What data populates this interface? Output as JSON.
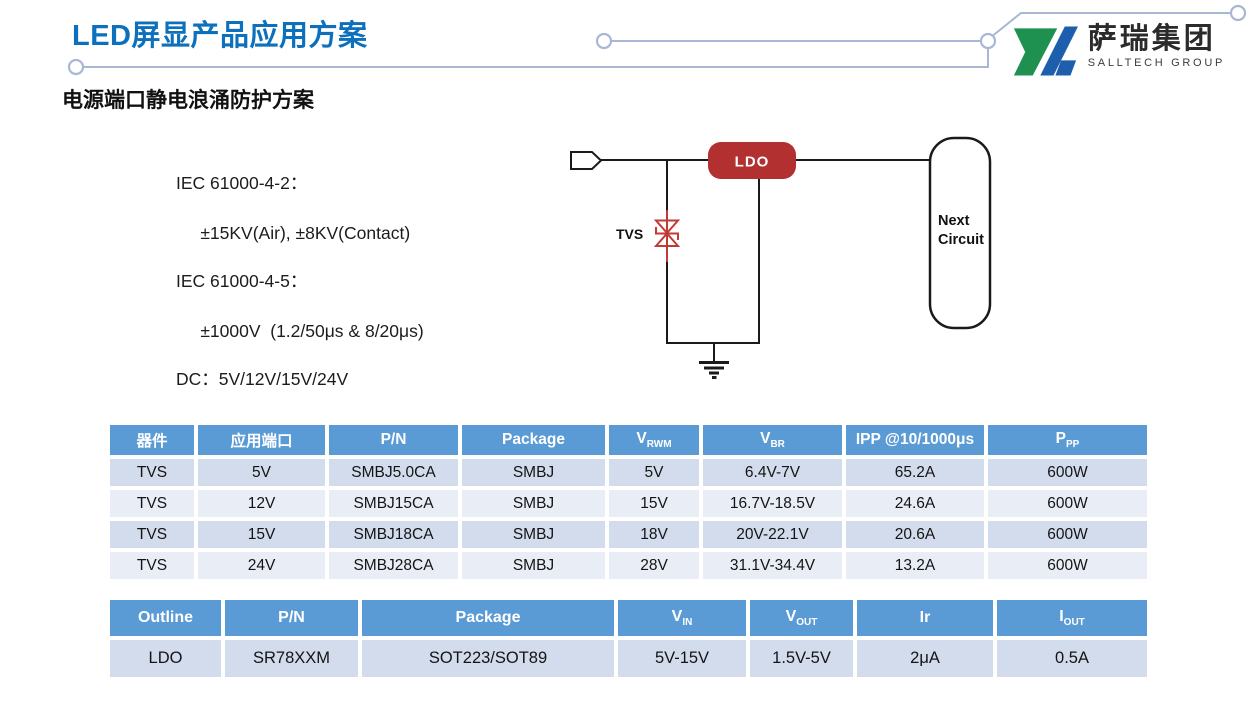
{
  "page": {
    "title": "LED屏显产品应用方案",
    "subtitle": "电源端口静电浪涌防护方案"
  },
  "logo": {
    "name_cn": "萨瑞集团",
    "name_en": "SALLTECH GROUP"
  },
  "specs": {
    "esd_title": "IEC 61000-4-2：",
    "esd_value": "±15KV(Air), ±8KV(Contact)",
    "surge_title": "IEC 61000-4-5：",
    "surge_value": "±1000V  (1.2/50μs & 8/20μs)",
    "dc_line": "DC：5V/12V/15V/24V"
  },
  "circuit": {
    "tvs_label": "TVS",
    "ldo_label": "LDO",
    "next_circuit_line1": "Next",
    "next_circuit_line2": "Circuit"
  },
  "tvs_table": {
    "headers": [
      {
        "t": "器件",
        "sub": ""
      },
      {
        "t": "应用端口",
        "sub": ""
      },
      {
        "t": "P/N",
        "sub": ""
      },
      {
        "t": "Package",
        "sub": ""
      },
      {
        "t": "V",
        "sub": "RWM"
      },
      {
        "t": "V",
        "sub": "BR"
      },
      {
        "t": "IPP @10/1000μs",
        "sub": ""
      },
      {
        "t": "P",
        "sub": "PP"
      }
    ],
    "rows": [
      [
        "TVS",
        "5V",
        "SMBJ5.0CA",
        "SMBJ",
        "5V",
        "6.4V-7V",
        "65.2A",
        "600W"
      ],
      [
        "TVS",
        "12V",
        "SMBJ15CA",
        "SMBJ",
        "15V",
        "16.7V-18.5V",
        "24.6A",
        "600W"
      ],
      [
        "TVS",
        "15V",
        "SMBJ18CA",
        "SMBJ",
        "18V",
        "20V-22.1V",
        "20.6A",
        "600W"
      ],
      [
        "TVS",
        "24V",
        "SMBJ28CA",
        "SMBJ",
        "28V",
        "31.1V-34.4V",
        "13.2A",
        "600W"
      ]
    ]
  },
  "ldo_table": {
    "headers": [
      {
        "t": "Outline",
        "sub": ""
      },
      {
        "t": "P/N",
        "sub": ""
      },
      {
        "t": "Package",
        "sub": ""
      },
      {
        "t": "V",
        "sub": "IN"
      },
      {
        "t": "V",
        "sub": "OUT"
      },
      {
        "t": "Ir",
        "sub": ""
      },
      {
        "t": "I",
        "sub": "OUT"
      }
    ],
    "rows": [
      [
        "LDO",
        "SR78XXM",
        "SOT223/SOT89",
        "5V-15V",
        "1.5V-5V",
        "2μA",
        "0.5A"
      ]
    ]
  },
  "colors": {
    "title_blue": "#0C70BC",
    "header_blue": "#5B9BD5",
    "row_dark": "#D2DCEC",
    "row_light": "#E9EDF6",
    "ldo_red": "#B23030",
    "tvs_red": "#C13A34",
    "wire_black": "#1A1A1A",
    "trace_gray": "#A9B7D6",
    "logo_green": "#1E9150",
    "logo_blue": "#1D5FAC"
  }
}
